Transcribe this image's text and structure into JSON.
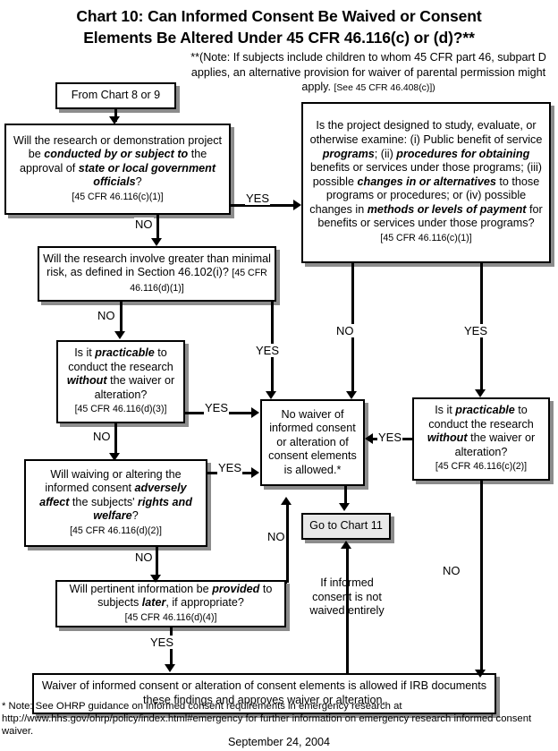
{
  "title": {
    "line1": "Chart 10:  Can Informed Consent Be Waived or Consent",
    "line2": "Elements Be Altered Under 45 CFR 46.116(c) or (d)?**"
  },
  "note": {
    "text": "**(Note:  If subjects include children to whom 45 CFR part 46, subpart D applies, an alternative provision for waiver of parental permission might apply. ",
    "citation": "[See 45 CFR 46.408(c)])"
  },
  "nodes": {
    "start": {
      "label": "From Chart 8 or 9"
    },
    "q_state_local": {
      "text_parts": [
        {
          "t": "Will the research or demonstration project be ",
          "b": false
        },
        {
          "t": "conducted by or subject to",
          "b": true
        },
        {
          "t": " the approval of ",
          "b": false
        },
        {
          "t": "state or local government officials",
          "b": true
        },
        {
          "t": "?",
          "b": false
        }
      ],
      "citation": "[45 CFR 46.116(c)(1)]"
    },
    "q_public_benefit": {
      "text_parts": [
        {
          "t": "Is the project designed to study, evaluate, or otherwise examine: (i) Public benefit of service ",
          "b": false
        },
        {
          "t": "programs",
          "b": true
        },
        {
          "t": "; (ii) ",
          "b": false
        },
        {
          "t": "procedures for obtaining",
          "b": true
        },
        {
          "t": " benefits or services under those programs; (iii) possible ",
          "b": false
        },
        {
          "t": "changes in or alternatives",
          "b": true
        },
        {
          "t": " to those programs or procedures; or (iv) possible changes in ",
          "b": false
        },
        {
          "t": "methods or levels of payment",
          "b": true
        },
        {
          "t": " for benefits or services under those programs?",
          "b": false
        }
      ],
      "citation": "[45 CFR 46.116(c)(1)]"
    },
    "q_minimal_risk": {
      "text_parts": [
        {
          "t": "Will the research involve greater than minimal risk, as defined in Section 46.102(i)? ",
          "b": false
        }
      ],
      "citation": "[45 CFR 46.116(d)(1)]"
    },
    "q_practicable_d3": {
      "text_parts": [
        {
          "t": "Is it ",
          "b": false
        },
        {
          "t": "practicable",
          "b": true
        },
        {
          "t": " to conduct the research ",
          "b": false
        },
        {
          "t": "without",
          "b": true
        },
        {
          "t": " the waiver or alteration?",
          "b": false
        }
      ],
      "citation": "[45 CFR 46.116(d)(3)]"
    },
    "q_practicable_c2": {
      "text_parts": [
        {
          "t": "Is it ",
          "b": false
        },
        {
          "t": "practicable",
          "b": true
        },
        {
          "t": " to conduct the research ",
          "b": false
        },
        {
          "t": "without",
          "b": true
        },
        {
          "t": " the waiver or alteration?",
          "b": false
        }
      ],
      "citation": "[45 CFR 46.116(c)(2)]"
    },
    "q_rights_welfare": {
      "text_parts": [
        {
          "t": "Will waiving or altering the informed consent ",
          "b": false
        },
        {
          "t": "adversely affect",
          "b": true
        },
        {
          "t": " the subjects' ",
          "b": false
        },
        {
          "t": "rights and welfare",
          "b": true
        },
        {
          "t": "?",
          "b": false
        }
      ],
      "citation": "[45 CFR 46.116(d)(2)]"
    },
    "q_pertinent_info": {
      "text_parts": [
        {
          "t": "Will pertinent information be ",
          "b": false
        },
        {
          "t": "provided",
          "b": true
        },
        {
          "t": " to subjects ",
          "b": false
        },
        {
          "t": "later",
          "b": true
        },
        {
          "t": ", if appropriate?",
          "b": false
        }
      ],
      "citation": "[45 CFR 46.116(d)(4)]"
    },
    "no_waiver": {
      "label": "No waiver of informed consent or alteration of consent elements is allowed.*"
    },
    "go_to_chart_11": {
      "label": "Go to Chart 11"
    },
    "waiver_allowed": {
      "label": "Waiver of informed consent or alteration of consent elements  is allowed if IRB documents these findings and approves waiver or alteration."
    }
  },
  "edge_labels": {
    "yes_state_local": "YES",
    "no_state_local": "NO",
    "no_minimal_risk": "NO",
    "yes_minimal_risk": "YES",
    "yes_practicable_d3": "YES",
    "no_practicable_d3": "NO",
    "yes_rights_welfare": "YES",
    "no_rights_welfare": "NO",
    "yes_pertinent_info": "YES",
    "no_public_benefit": "NO",
    "yes_public_benefit": "YES",
    "yes_practicable_c2": "YES",
    "no_practicable_c2": "NO",
    "no_to_chart11": "NO"
  },
  "annotations": {
    "if_not_waived": "If informed consent is not waived entirely"
  },
  "footer": {
    "footnote": "* Note:  See OHRP guidance on informed consent requirements in emergency research at http://www.hhs.gov/ohrp/policy/index.html#emergency for further information on emergency research informed consent waiver.",
    "date": "September 24, 2004"
  },
  "colors": {
    "ink": "#000000",
    "paper": "#ffffff",
    "shadow": "#8c8c8c",
    "gray_fill": "#e8e8e8"
  }
}
